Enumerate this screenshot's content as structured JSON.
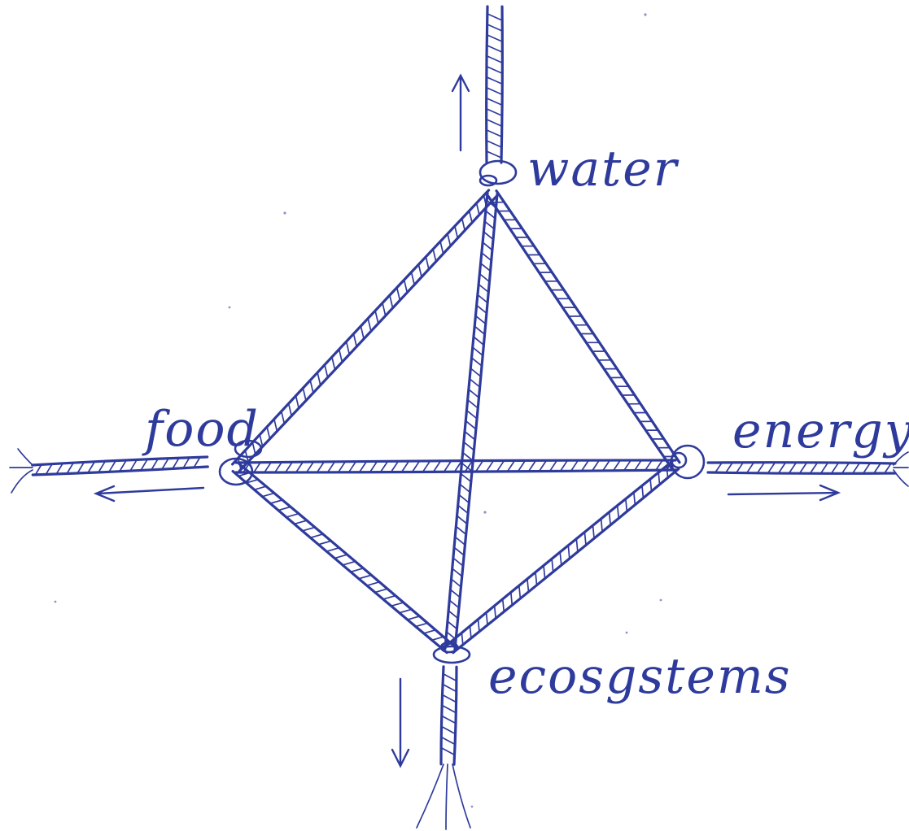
{
  "diagram": {
    "ink_color": "#2f3b9c",
    "background": "#ffffff",
    "nodes": [
      {
        "id": "water",
        "label": "water",
        "direction": "up"
      },
      {
        "id": "food",
        "label": "food",
        "direction": "left"
      },
      {
        "id": "energy",
        "label": "energy",
        "direction": "right"
      },
      {
        "id": "ecosystems",
        "label": "ecosgstems",
        "direction": "down"
      }
    ],
    "connections": [
      [
        "water",
        "food"
      ],
      [
        "water",
        "energy"
      ],
      [
        "water",
        "ecosystems"
      ],
      [
        "food",
        "energy"
      ],
      [
        "food",
        "ecosystems"
      ],
      [
        "energy",
        "ecosystems"
      ]
    ]
  }
}
